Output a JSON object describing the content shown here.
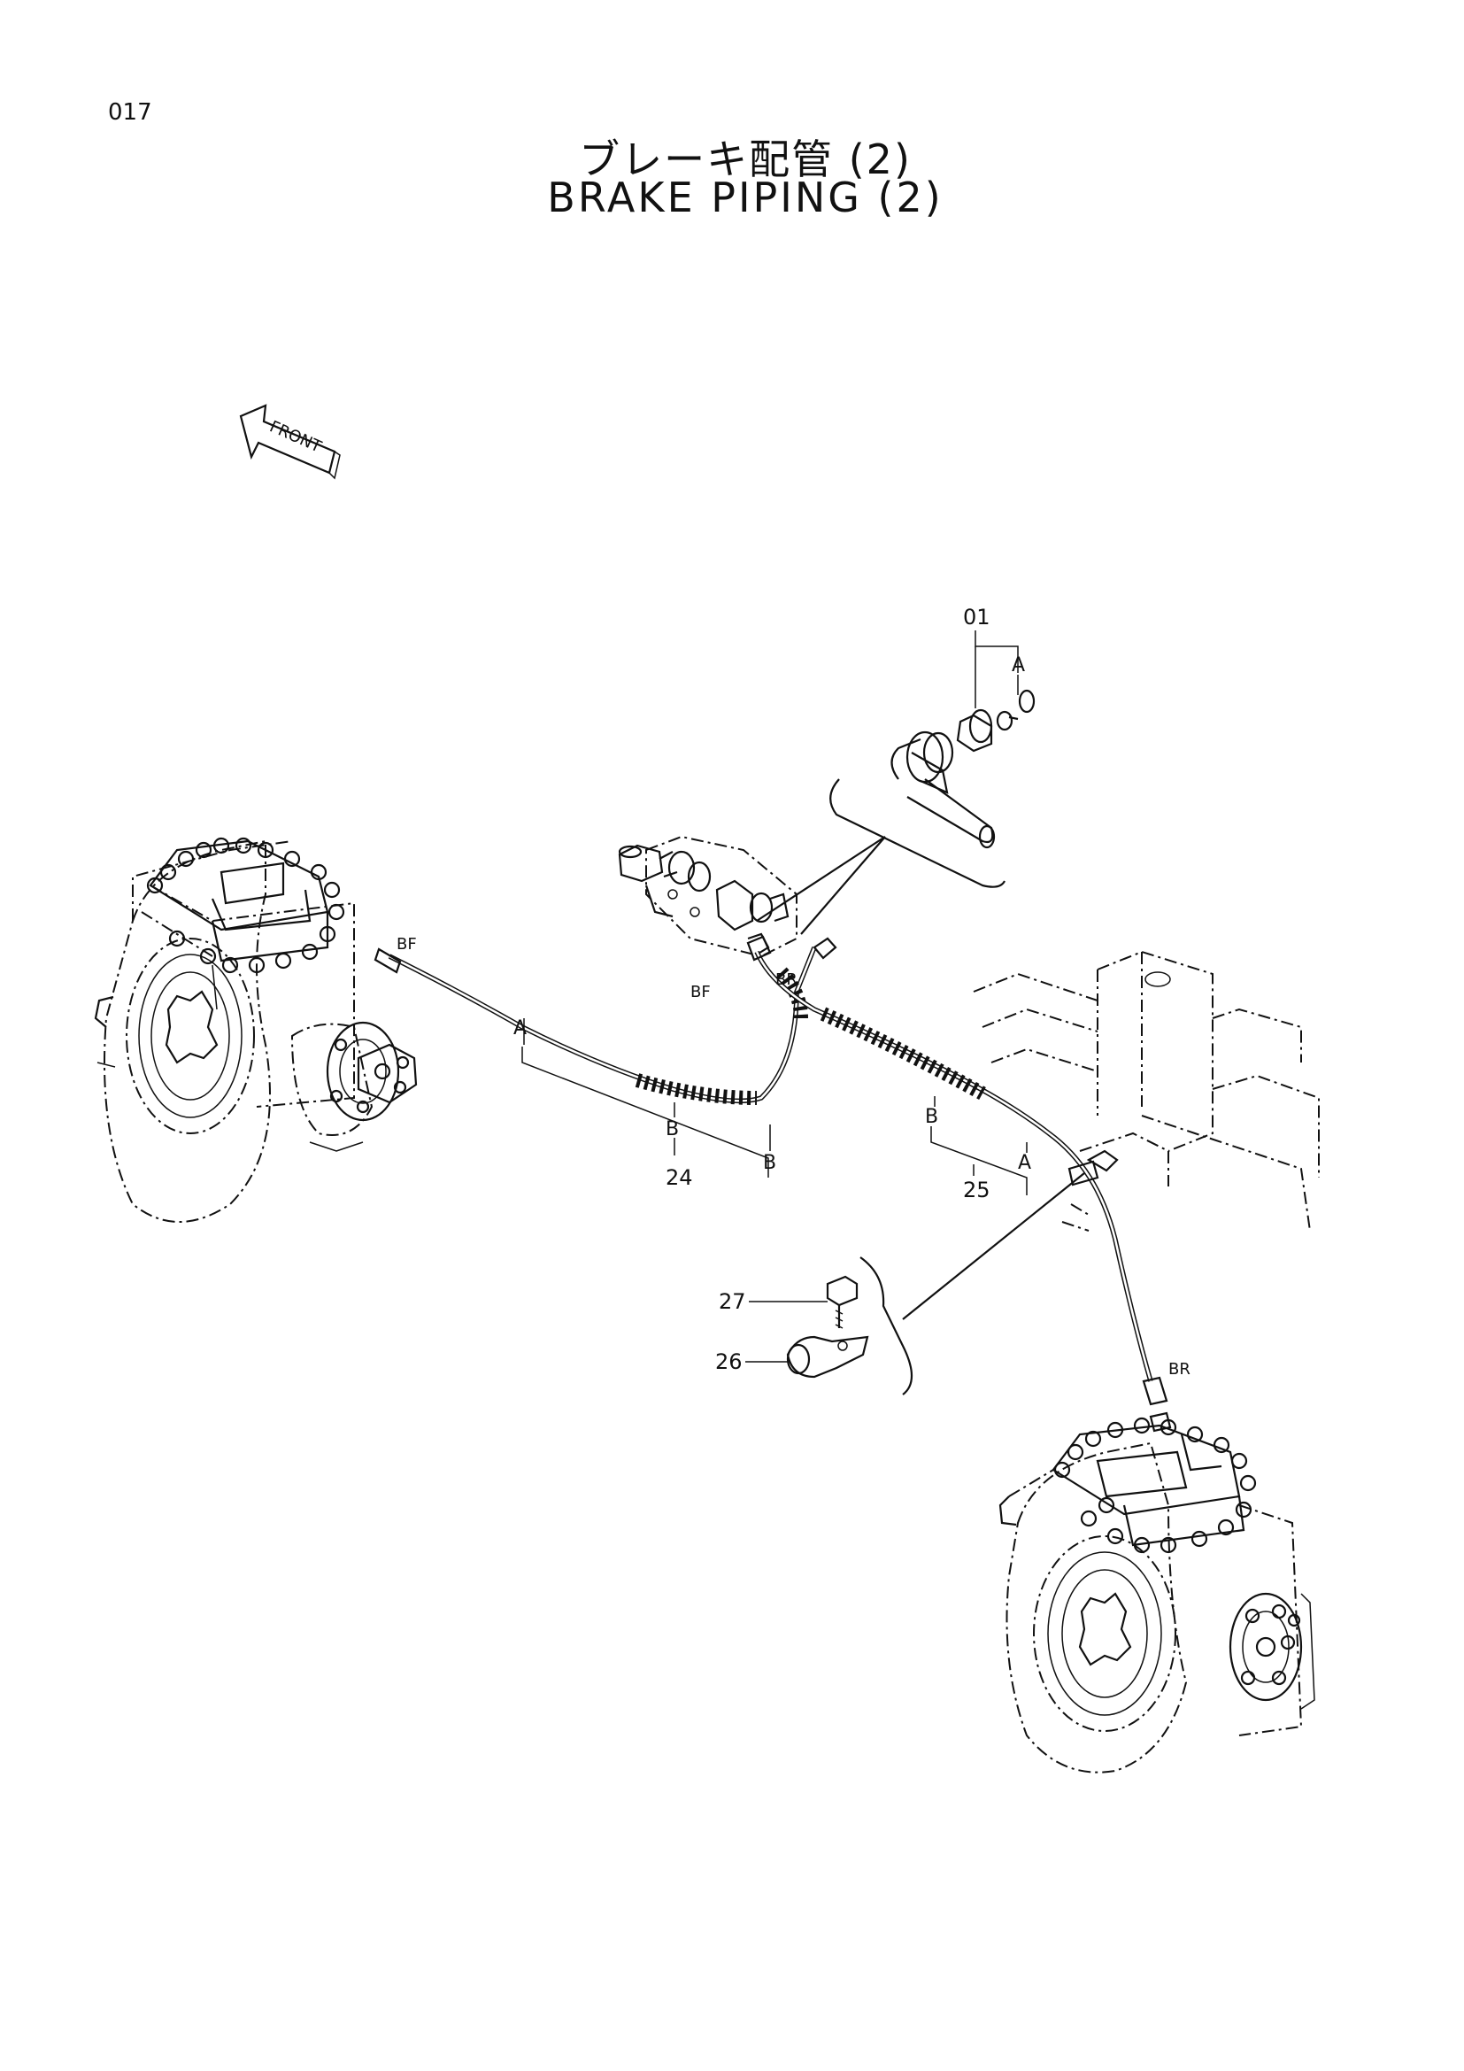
{
  "page_number": "017",
  "title_jp": "ブレーキ配管 (2)",
  "title_en": "BRAKE PIPING (2)",
  "front_label": "FRONT",
  "callouts": {
    "part_01": "01",
    "part_24": "24",
    "part_25": "25",
    "part_26": "26",
    "part_27": "27",
    "a_01": "A",
    "a_24": "A",
    "b_24_1": "B",
    "b_24_2": "B",
    "a_25": "A",
    "b_25": "B"
  },
  "port_labels": {
    "bf_left_axle": "BF",
    "bf_valve": "BF",
    "br_valve": "BR",
    "br_right_axle": "BR"
  }
}
